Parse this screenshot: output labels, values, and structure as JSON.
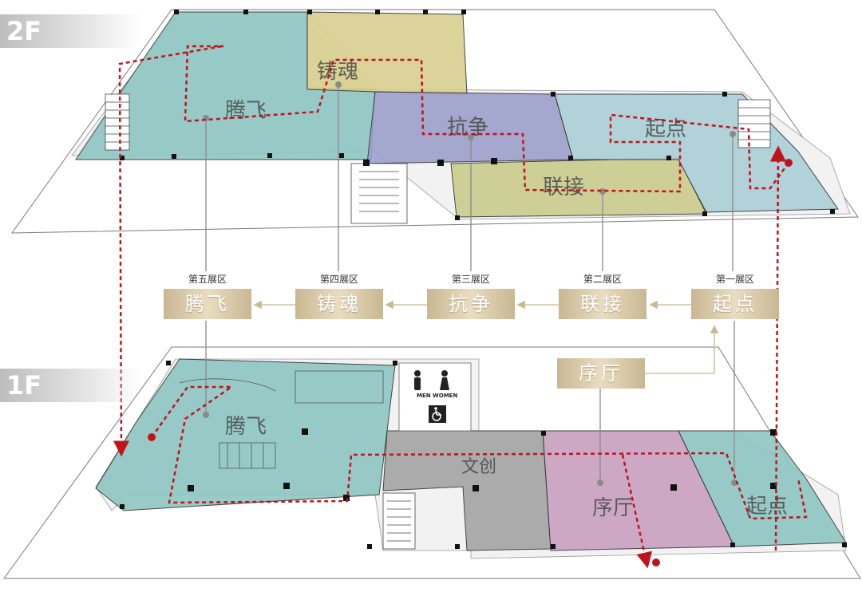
{
  "floors": {
    "upper": "2F",
    "lower": "1F"
  },
  "zones": [
    {
      "caption": "第一展区",
      "name": "起点"
    },
    {
      "caption": "第二展区",
      "name": "联接"
    },
    {
      "caption": "第三展区",
      "name": "抗争"
    },
    {
      "caption": "第四展区",
      "name": "铸魂"
    },
    {
      "caption": "第五展区",
      "name": "腾飞"
    }
  ],
  "prelude": {
    "name": "序厅"
  },
  "map_labels_2f": {
    "tengfei": "腾飞",
    "zhuhun": "铸魂",
    "kangzheng": "抗争",
    "lianjie": "联接",
    "qidian": "起点"
  },
  "map_labels_1f": {
    "tengfei": "腾飞",
    "wenchuang": "文创",
    "xuting": "序厅",
    "qidian": "起点"
  },
  "restroom": {
    "text": "MEN WOMEN"
  },
  "colors": {
    "teal_zone": "#8ec6c2",
    "yellow_zone": "#d8cf8e",
    "purple_zone": "#9c9fcb",
    "olive_zone": "#c9cc8e",
    "lightblue_zone": "#a9cfd6",
    "pink_zone": "#c9a0c0",
    "gray_zone": "#a4a4a4",
    "route": "#c0141c",
    "label_gold": "#d6c6a3"
  },
  "icons": [
    "man-icon",
    "woman-icon",
    "wheelchair-icon"
  ]
}
